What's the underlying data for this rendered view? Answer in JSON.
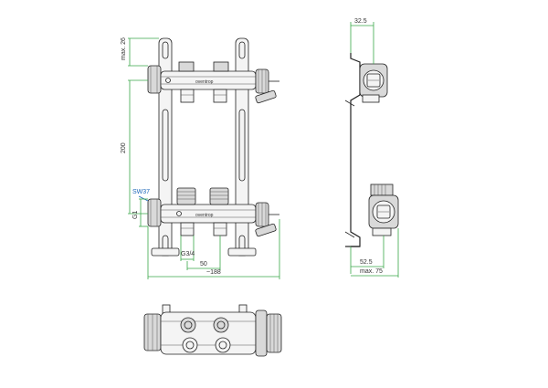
{
  "dimensions": {
    "max26": "max. 26",
    "d200": "200",
    "sw37": "SW37",
    "g1": "G1",
    "g34": "G3/4",
    "d50": "50",
    "d188": "~188",
    "d325": "32.5",
    "d525": "52.5",
    "max75": "max. 75"
  },
  "brand_mark": "oventrop",
  "colors": {
    "dimension_line": "#3aa84a",
    "sw_label": "#1b66b8",
    "outline": "#222222"
  }
}
